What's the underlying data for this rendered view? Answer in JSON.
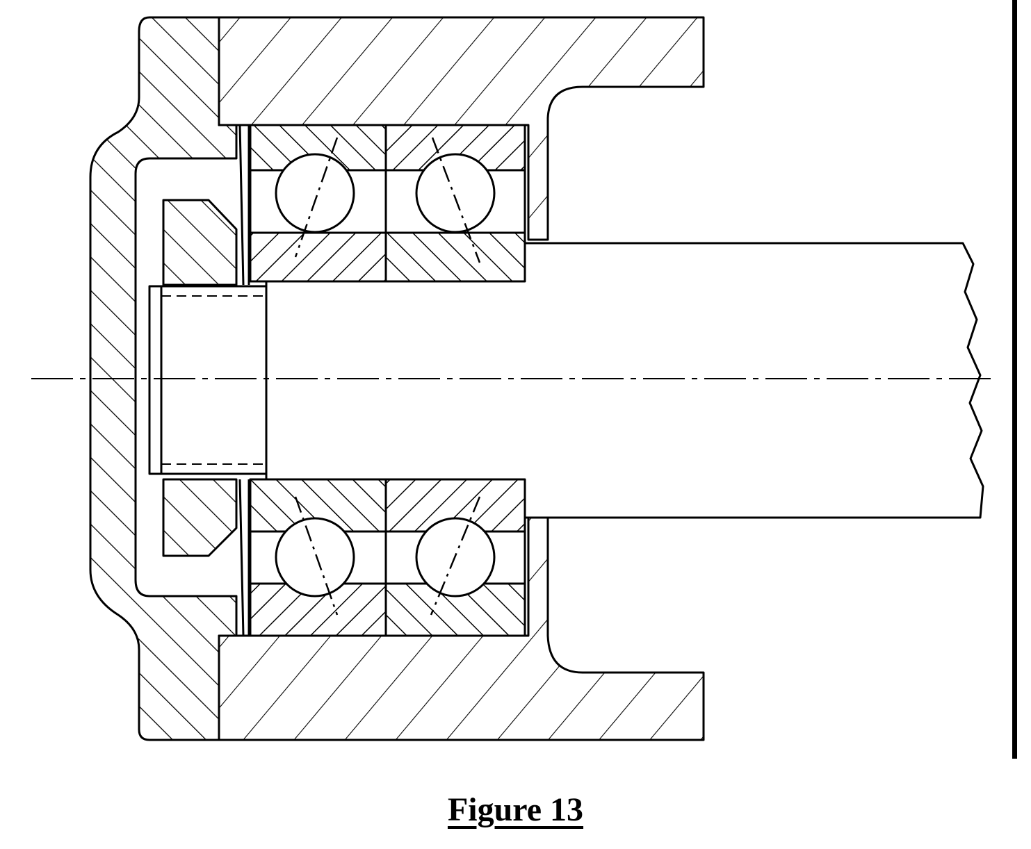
{
  "figure": {
    "caption": "Figure 13",
    "description": "Cross-section of shaft end supported by a pair of angular-contact ball bearings in a housing with end cover, locknut/spacer and centerline",
    "line_color": "#000000",
    "background_color": "#ffffff"
  },
  "components": {
    "housing": {
      "label": "housing",
      "hatch": "diagonal-right"
    },
    "end_cover": {
      "label": "end cover",
      "hatch": "diagonal-left"
    },
    "bearing_left": {
      "label": "angular contact ball bearing (left)"
    },
    "bearing_right": {
      "label": "angular contact ball bearing (right)"
    },
    "locknut": {
      "label": "locknut / spacer"
    },
    "shaft": {
      "label": "shaft",
      "break": "wavy break line"
    },
    "centerline": {
      "label": "axis centerline",
      "style": "dash-dot"
    }
  }
}
